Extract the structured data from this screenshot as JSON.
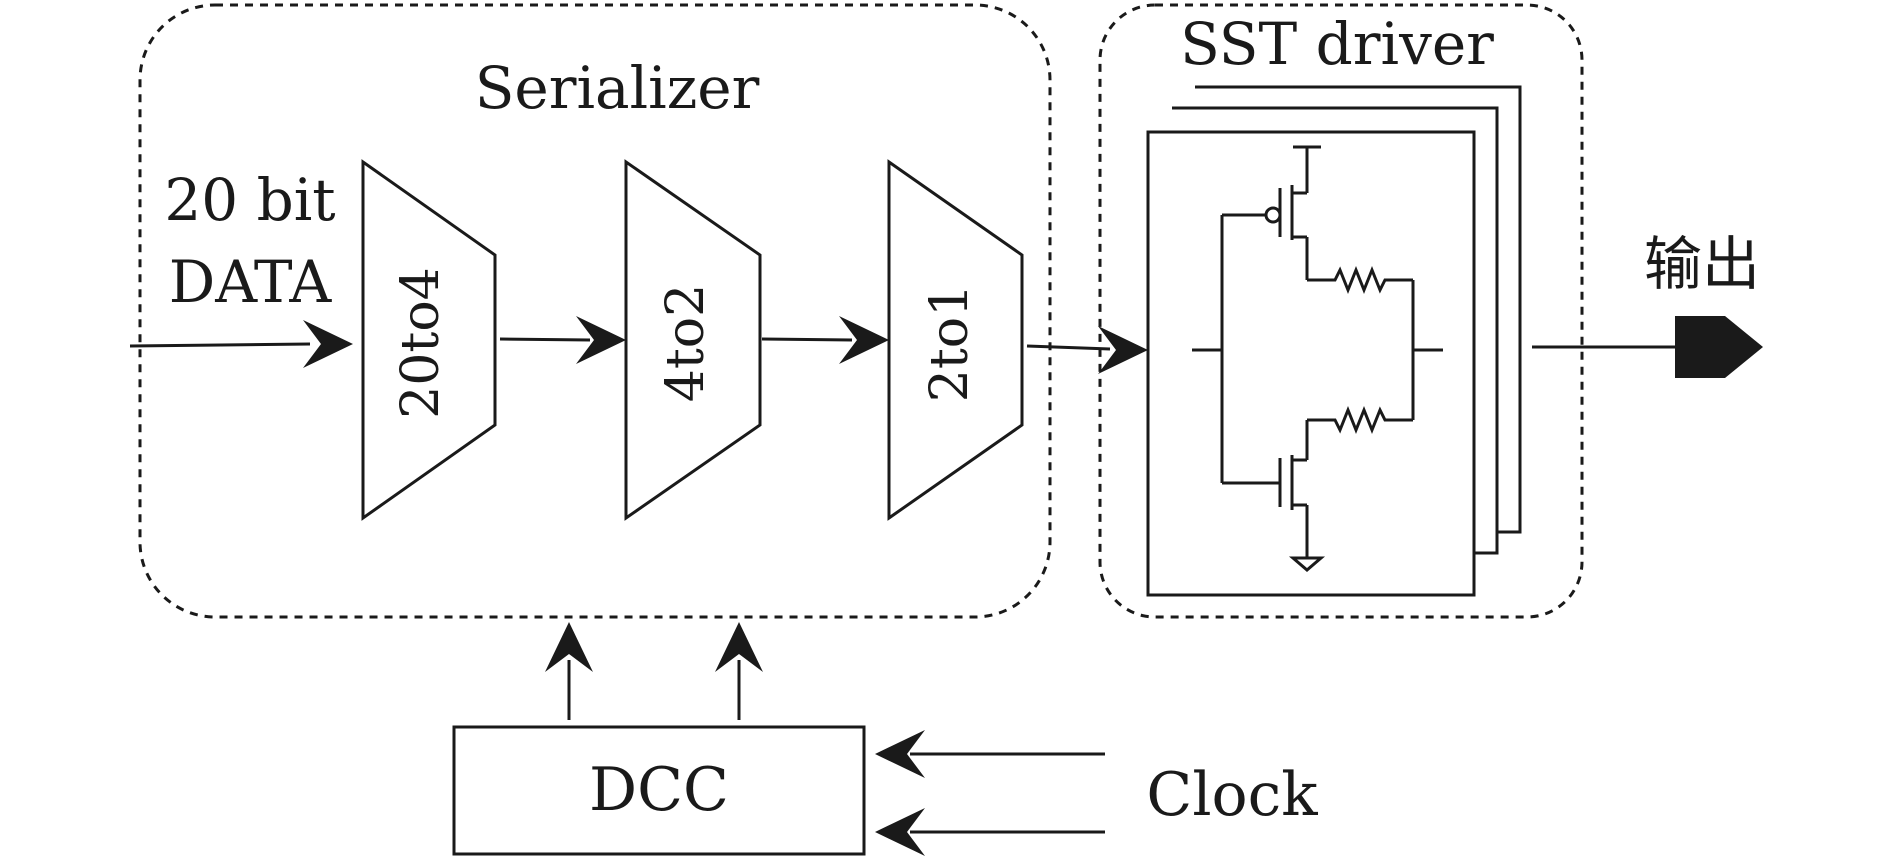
{
  "serializer": {
    "title": "Serializer"
  },
  "input": {
    "line1": "20 bit",
    "line2": "DATA"
  },
  "mux_stages": [
    {
      "id": "20to4",
      "label": "20to4"
    },
    {
      "id": "4to2",
      "label": "4to2"
    },
    {
      "id": "2to1",
      "label": "2to1"
    }
  ],
  "driver": {
    "title": "SST driver"
  },
  "output": {
    "label": "输出"
  },
  "dcc": {
    "label": "DCC"
  },
  "clock": {
    "label": "Clock"
  }
}
